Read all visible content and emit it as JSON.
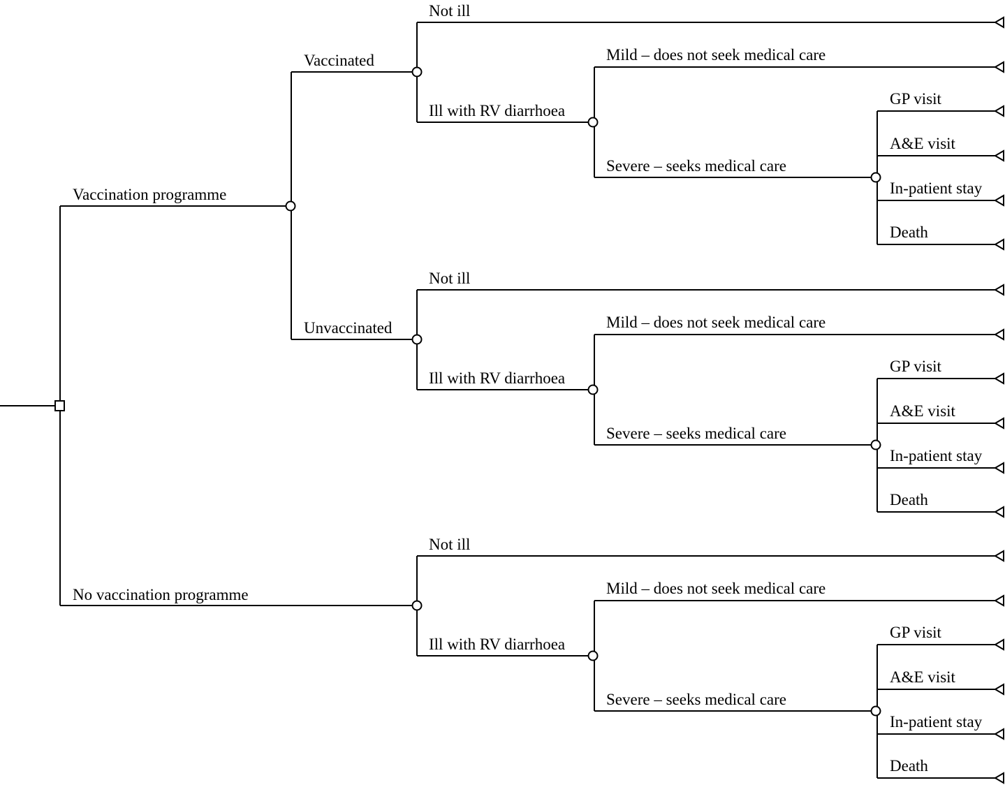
{
  "colors": {
    "line": "#000000",
    "background": "#ffffff"
  },
  "tree": {
    "type": "decision",
    "branches": [
      {
        "label": "Vaccination programme",
        "type": "chance",
        "branches": [
          {
            "label": "Vaccinated",
            "illness": {
              "not_ill": "Not ill",
              "ill": "Ill with RV diarrhoea",
              "mild": "Mild – does not seek medical care",
              "severe": "Severe – seeks medical care",
              "outcomes": [
                "GP visit",
                "A&E visit",
                "In-patient stay",
                "Death"
              ]
            }
          },
          {
            "label": "Unvaccinated",
            "illness": {
              "not_ill": "Not ill",
              "ill": "Ill with RV diarrhoea",
              "mild": "Mild – does not seek medical care",
              "severe": "Severe – seeks medical care",
              "outcomes": [
                "GP visit",
                "A&E visit",
                "In-patient stay",
                "Death"
              ]
            }
          }
        ]
      },
      {
        "label": "No vaccination programme",
        "illness": {
          "not_ill": "Not ill",
          "ill": "Ill with RV diarrhoea",
          "mild": "Mild – does not seek medical care",
          "severe": "Severe – seeks medical care",
          "outcomes": [
            "GP visit",
            "A&E visit",
            "In-patient stay",
            "Death"
          ]
        }
      }
    ]
  }
}
